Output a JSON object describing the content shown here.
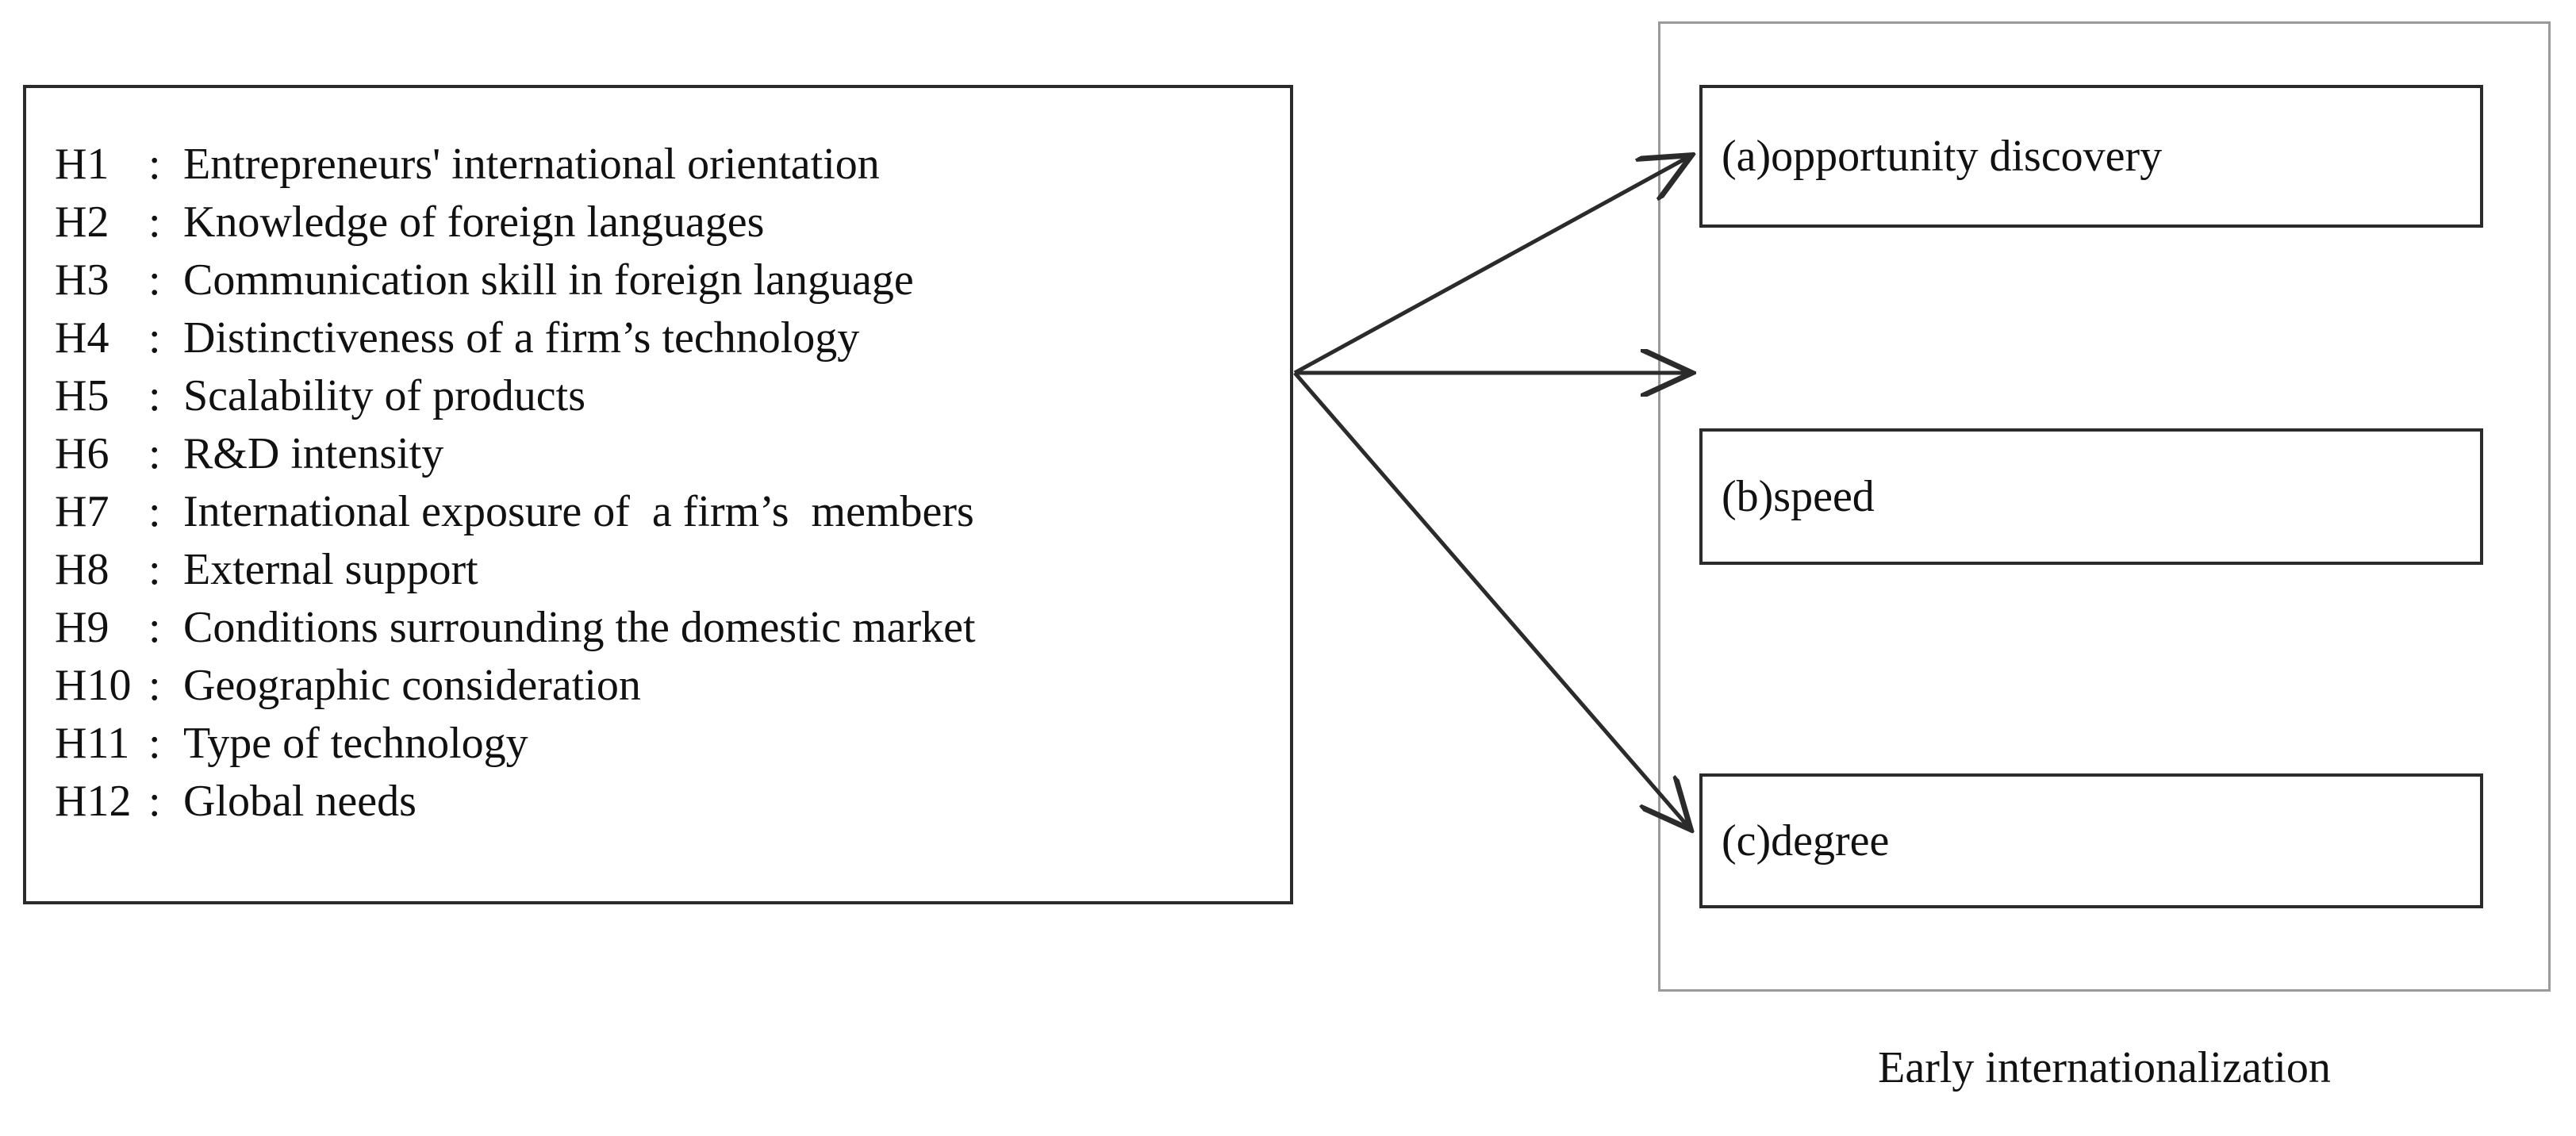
{
  "diagram": {
    "title_caption": "Early internationalization",
    "hypotheses_box": {
      "items": [
        {
          "id": "H1",
          "sep": ":",
          "text": "Entrepreneurs' international orientation"
        },
        {
          "id": "H2",
          "sep": ":",
          "text": "Knowledge of foreign languages"
        },
        {
          "id": "H3",
          "sep": ":",
          "text": "Communication skill in foreign language"
        },
        {
          "id": "H4",
          "sep": ":",
          "text": "Distinctiveness of a firm’s technology"
        },
        {
          "id": "H5",
          "sep": ":",
          "text": "Scalability of products"
        },
        {
          "id": "H6",
          "sep": ":",
          "text": "R&D intensity"
        },
        {
          "id": "H7",
          "sep": ":",
          "text": "International exposure of  a firm’s  members"
        },
        {
          "id": "H8",
          "sep": ":",
          "text": "External support"
        },
        {
          "id": "H9",
          "sep": ":",
          "text": "Conditions surrounding the domestic market"
        },
        {
          "id": "H10",
          "sep": ":",
          "text": "Geographic consideration"
        },
        {
          "id": "H11",
          "sep": ":",
          "text": "Type of technology"
        },
        {
          "id": "H12",
          "sep": ":",
          "text": "Global needs"
        }
      ]
    },
    "outcomes": [
      {
        "key": "a",
        "label": "(a)opportunity discovery"
      },
      {
        "key": "b",
        "label": "(b)speed"
      },
      {
        "key": "c",
        "label": "(c)degree"
      }
    ],
    "connectors": [
      {
        "name": "arrow-to-opportunity-discovery",
        "from": "hypotheses-box",
        "to": "outcome-box-a"
      },
      {
        "name": "arrow-to-speed",
        "from": "hypotheses-box",
        "to": "outcome-box-b"
      },
      {
        "name": "arrow-to-degree",
        "from": "hypotheses-box",
        "to": "outcome-box-c"
      }
    ],
    "colors": {
      "stroke_dark": "#2b2b2b",
      "stroke_light": "#9a9a9a",
      "text": "#111111",
      "background": "#ffffff"
    }
  }
}
